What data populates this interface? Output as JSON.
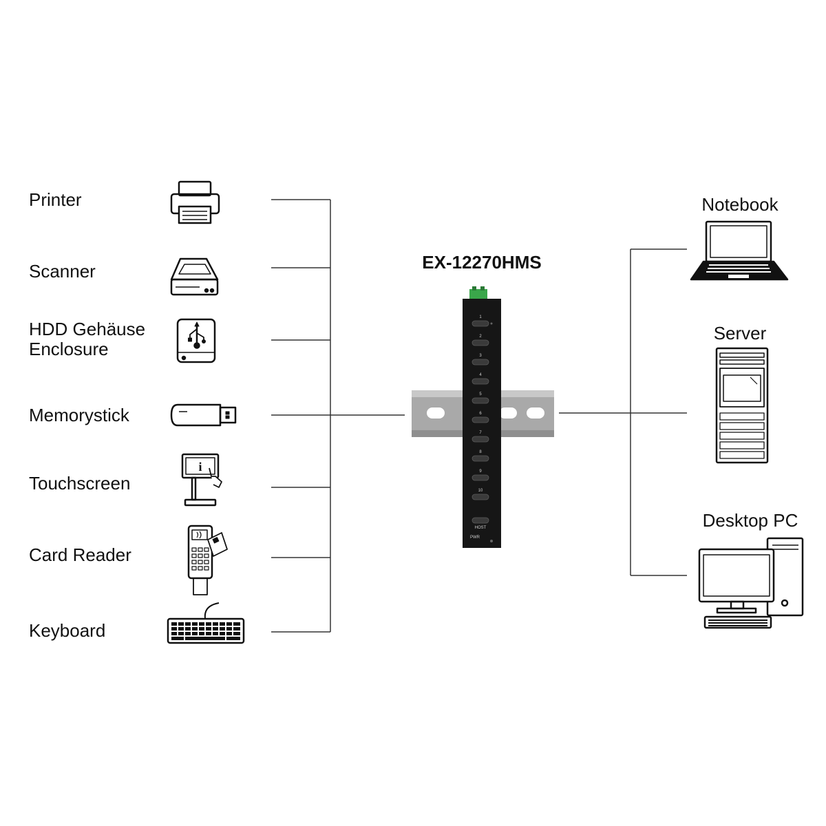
{
  "hub": {
    "title": "EX-12270HMS",
    "port_numbers": [
      "1",
      "2",
      "3",
      "4",
      "5",
      "6",
      "7",
      "8",
      "9",
      "10"
    ],
    "host_label": "HOST",
    "power_label": "PWR"
  },
  "devices_left": [
    {
      "label": "Printer",
      "icon": "printer-icon"
    },
    {
      "label": "Scanner",
      "icon": "scanner-icon"
    },
    {
      "label": "HDD Gehäuse\nEnclosure",
      "icon": "hdd-enclosure-icon"
    },
    {
      "label": "Memorystick",
      "icon": "usb-stick-icon"
    },
    {
      "label": "Touchscreen",
      "icon": "touchscreen-kiosk-icon"
    },
    {
      "label": "Card Reader",
      "icon": "card-reader-icon"
    },
    {
      "label": "Keyboard",
      "icon": "keyboard-icon"
    }
  ],
  "hosts_right": [
    {
      "label": "Notebook",
      "icon": "notebook-icon"
    },
    {
      "label": "Server",
      "icon": "server-icon"
    },
    {
      "label": "Desktop PC",
      "icon": "desktop-pc-icon"
    }
  ],
  "colors": {
    "line": "#333333",
    "hub_body": "#161616",
    "terminal": "#3aa64a",
    "rail": "#a9a9a9"
  }
}
